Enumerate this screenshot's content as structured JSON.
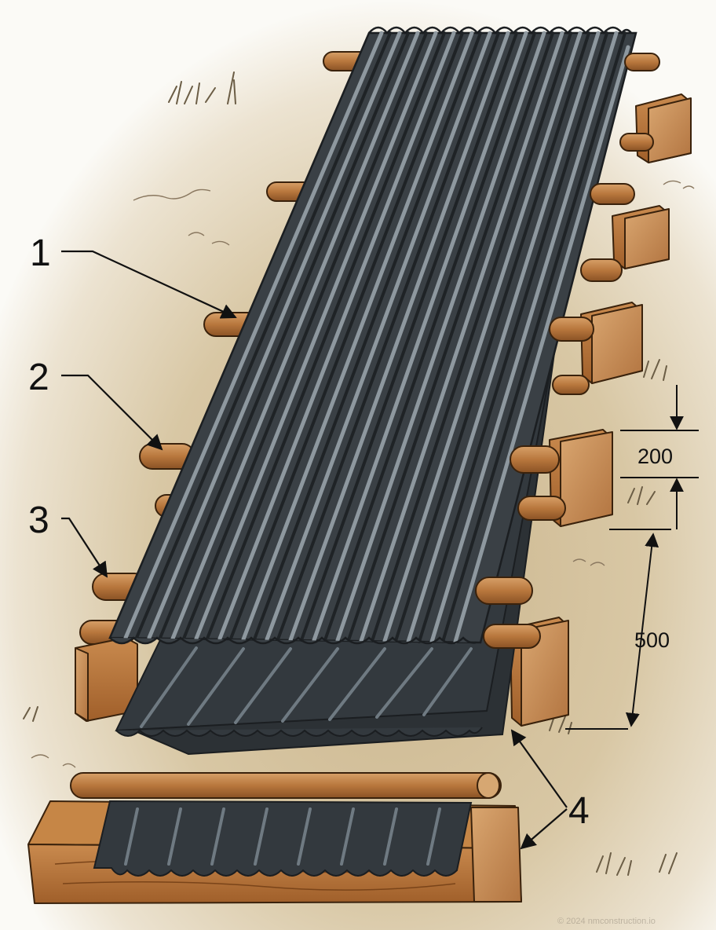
{
  "labels": {
    "callout_1": "1",
    "callout_2": "2",
    "callout_3": "3",
    "callout_4": "4"
  },
  "dimensions": {
    "gap": "200",
    "spacing": "500"
  },
  "watermark": "© 2024 nmconstruction.io",
  "colors": {
    "ground": "#d9c6a2",
    "sheet_dark": "#2f3438",
    "sheet_light": "#8a949b",
    "wood": "#b56f36",
    "wood_dark": "#7a4419",
    "grass": "#6b5d45"
  }
}
